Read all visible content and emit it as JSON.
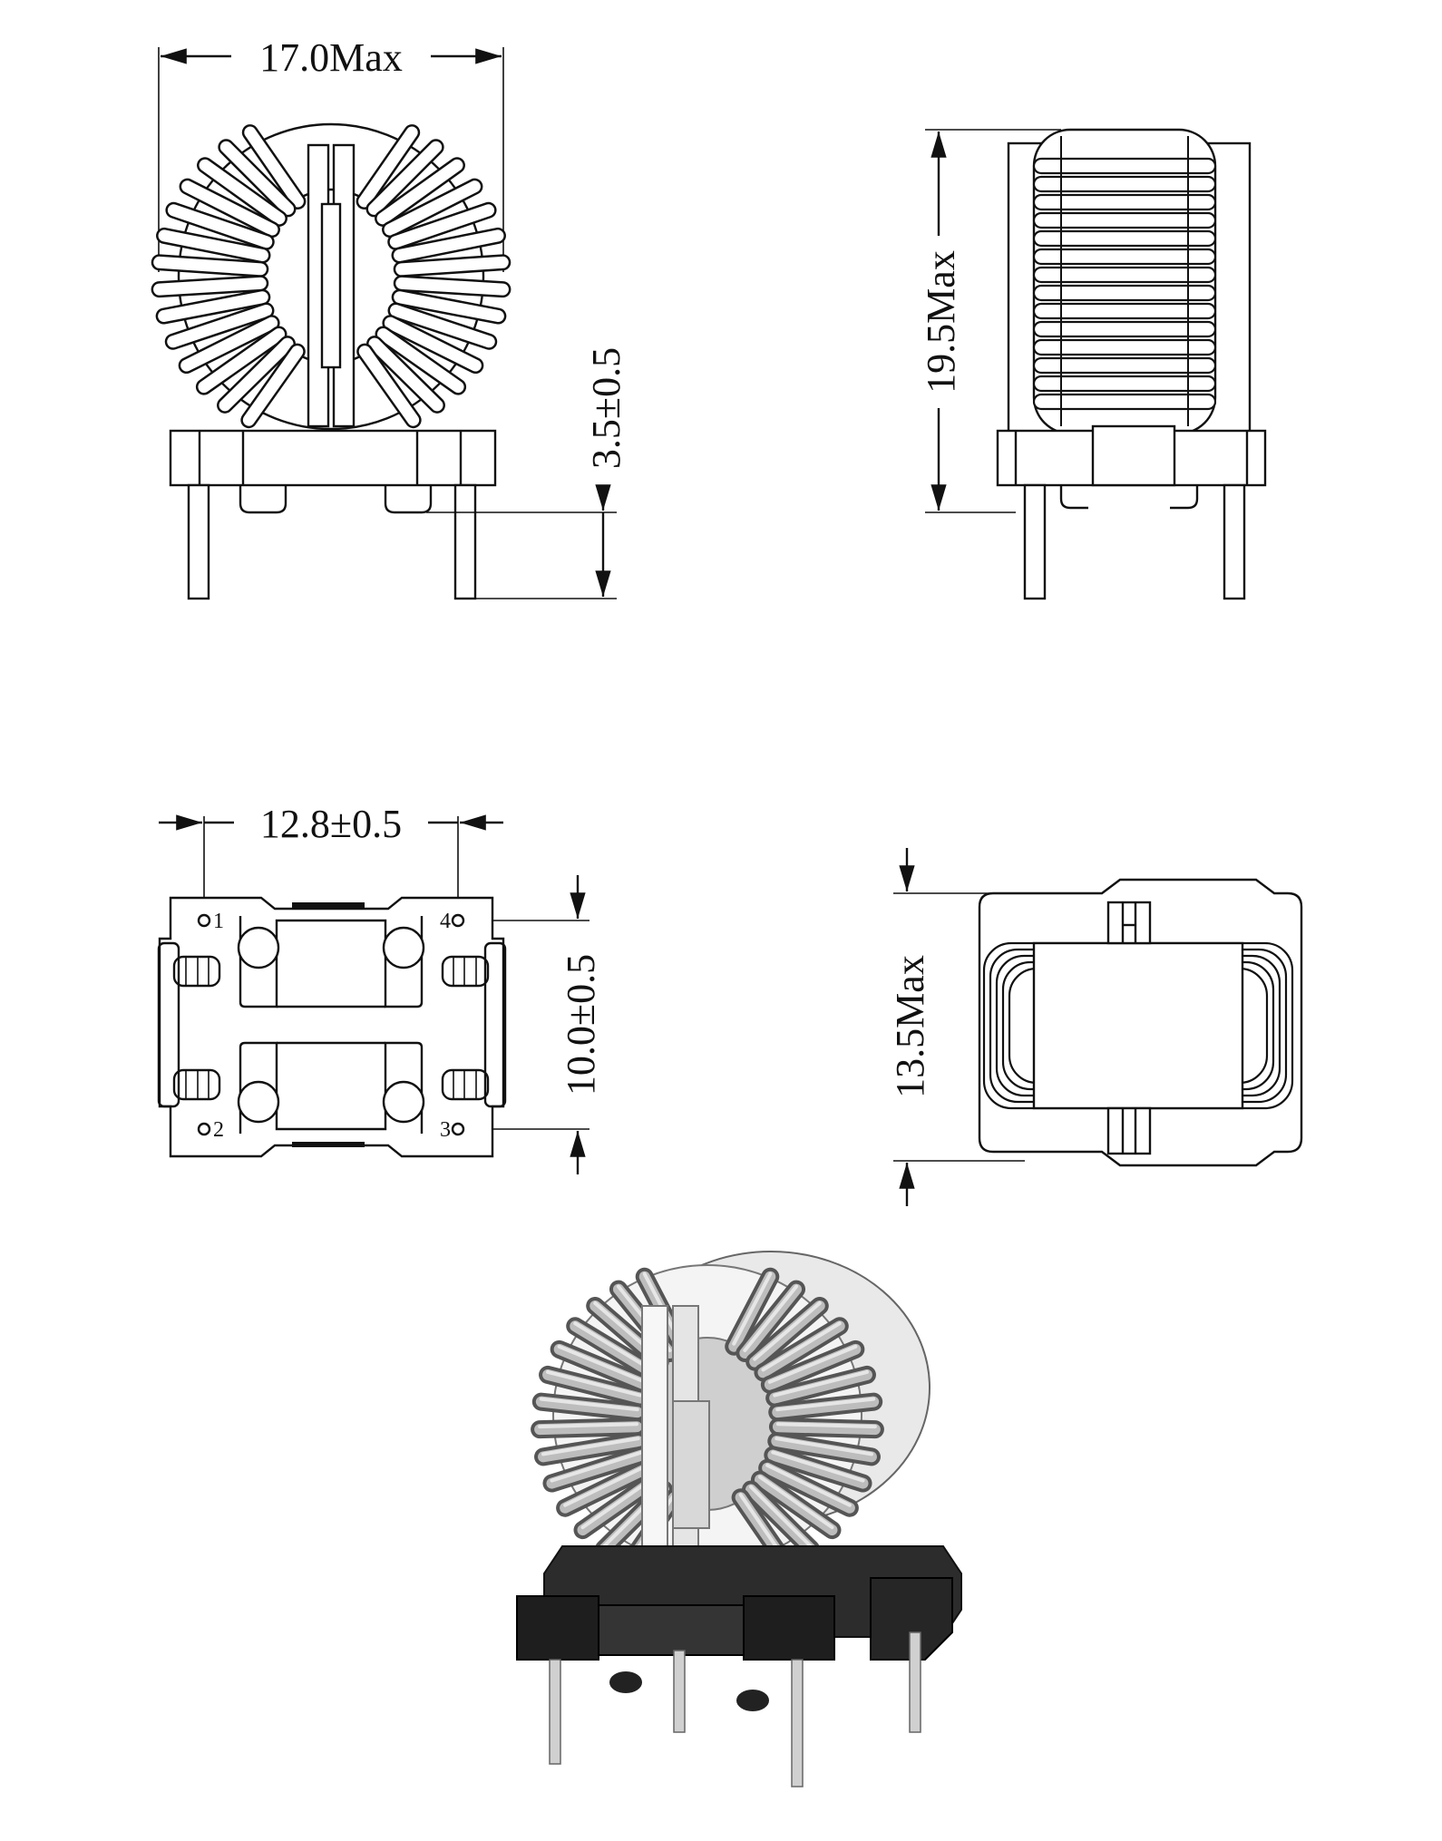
{
  "dimensions": {
    "width_max": "17.0Max",
    "lead_length": "3.5±0.5",
    "height_max": "19.5Max",
    "pin_pitch_x": "12.8±0.5",
    "pin_pitch_y": "10.0±0.5",
    "depth_max": "13.5Max"
  },
  "pins": [
    "1",
    "2",
    "3",
    "4"
  ]
}
